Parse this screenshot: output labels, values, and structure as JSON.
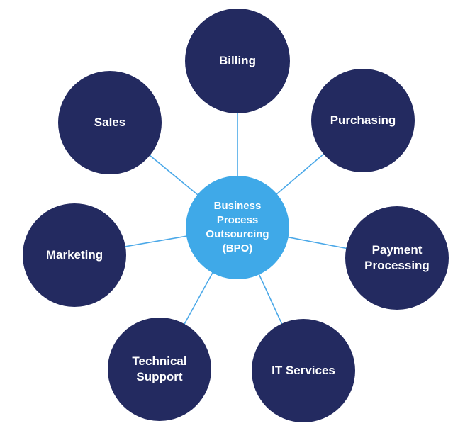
{
  "diagram": {
    "type": "radial-hub-spoke",
    "colors": {
      "satellite_fill": "#232A60",
      "center_fill": "#3FA9E8",
      "connector": "#4AA8E8",
      "label_text": "#FFFFFF",
      "background": "#FFFFFF"
    },
    "center_node": {
      "label": "Business Process Outsourcing (BPO)"
    },
    "nodes": [
      {
        "label": "Billing"
      },
      {
        "label": "Purchasing"
      },
      {
        "label": "Payment Processing"
      },
      {
        "label": "IT Services"
      },
      {
        "label": "Technical Support"
      },
      {
        "label": "Marketing"
      },
      {
        "label": "Sales"
      }
    ]
  }
}
